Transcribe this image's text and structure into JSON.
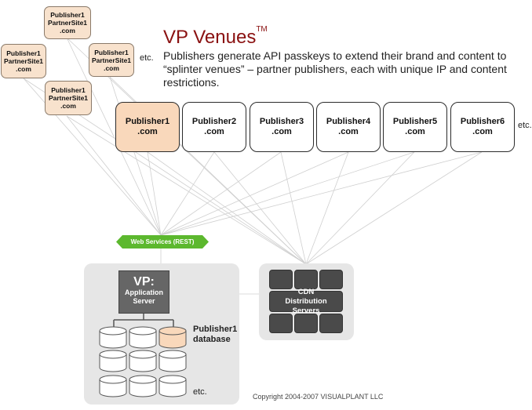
{
  "title": "VP Venues",
  "trademark": "TM",
  "description": "Publishers generate API passkeys to extend their brand and content to “splinter venues” – partner publishers, each with unique IP and content restrictions.",
  "partner_sites": [
    "Publisher1\nPartnerSite1\n.com",
    "Publisher1\nPartnerSite1\n.com",
    "Publisher1\nPartnerSite1\n.com",
    "Publisher1\nPartnerSite1\n.com"
  ],
  "partner_etc": "etc.",
  "publishers": [
    "Publisher1\n.com",
    "Publisher2\n.com",
    "Publisher3\n.com",
    "Publisher4\n.com",
    "Publisher5\n.com",
    "Publisher6\n.com"
  ],
  "publishers_etc": "etc.",
  "web_services": "Web Services (REST)",
  "vp_server": {
    "title": "VP:",
    "subtitle": "Application\nServer"
  },
  "publisher_db_label": "Publisher1\ndatabase",
  "db_etc": "etc.",
  "cdn_label": "CDN\nDistribution\nServers",
  "copyright": "Copyright 2004-2007  VISUALPLANT LLC",
  "colors": {
    "title": "#8a1111",
    "highlight": "#f9d8bb",
    "web_services": "#5cb82e",
    "server": "#666666"
  }
}
